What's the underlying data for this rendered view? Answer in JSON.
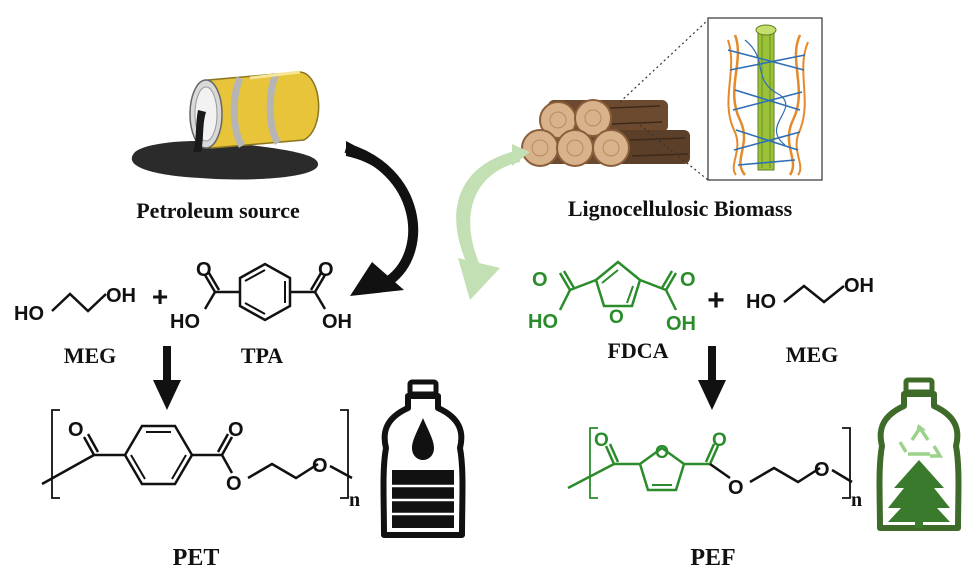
{
  "labels": {
    "petroleum_source": "Petroleum source",
    "biomass": "Lignocellulosic Biomass",
    "meg_left": "MEG",
    "tpa": "TPA",
    "fdca": "FDCA",
    "meg_right": "MEG",
    "pet": "PET",
    "pef": "PEF",
    "plus": "+",
    "repeat_n": "n"
  },
  "chem_labels": {
    "ho": "HO",
    "oh": "OH",
    "o": "O",
    "ho_acid": "HO",
    "oh_acid": "OH"
  },
  "colors": {
    "petro_black": "#111111",
    "bio_green": "#2a8c2a",
    "light_green_arrow": "#c3dfb4",
    "barrel_yellow": "#e7c43a",
    "oil_dark": "#2b2b2b",
    "log_brown": "#a87a52",
    "bottle_green": "#3f6b2a",
    "tree_green": "#3a7a2d"
  },
  "icons": {
    "oil_barrel": "oil-barrel-icon",
    "wood_logs": "wood-logs-icon",
    "fiber_inset": "cellulose-fiber-icon",
    "pet_bottle": "oil-bottle-icon",
    "pef_bottle": "recycle-tree-bottle-icon"
  }
}
